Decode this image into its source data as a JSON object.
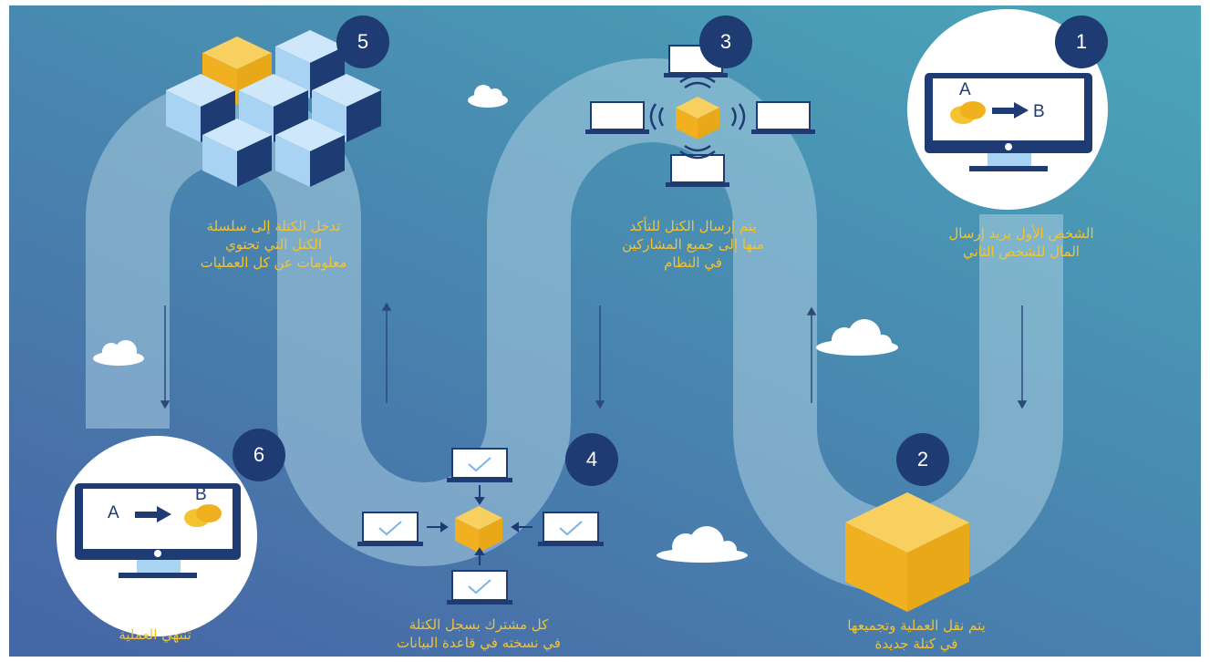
{
  "colors": {
    "background_top": "#4aa3b8",
    "background_bottom": "#4768a6",
    "path": "#a9cde0",
    "navy": "#1f3b73",
    "gold": "#f4c430",
    "light_blue": "#a8d3f2",
    "caption": "#f4c430"
  },
  "steps": [
    {
      "number": "1",
      "caption": "الشخص الأول يريد إرسال\nالمال للشخص الثاني"
    },
    {
      "number": "2",
      "caption": "يتم نقل العملية وتجميعها\nفي كتلة جديدة"
    },
    {
      "number": "3",
      "caption": "يتم إرسال الكتل للتأكد\nمنها إلى جميع المشاركين\nفي النظام"
    },
    {
      "number": "4",
      "caption": "كل مشترك يسجل الكتلة\nفي نسخته في قاعدة البيانات"
    },
    {
      "number": "5",
      "caption": "تدخل الكتلة إلى سلسلة\nالكتل التي تحتوي\nمعلومات عن كل العمليات"
    },
    {
      "number": "6",
      "caption": "تنتهي العملية"
    }
  ],
  "transfer_start": {
    "from": "A",
    "to": "B"
  },
  "transfer_end": {
    "from": "A",
    "to": "B"
  },
  "icons": {
    "start_monitor": "monitor-icon",
    "new_block": "gold-cube-icon",
    "broadcast": "broadcast-network-icon",
    "verify": "laptop-check-icon",
    "chain": "cube-stack-icon",
    "end_monitor": "monitor-icon",
    "cloud": "cloud-icon"
  }
}
